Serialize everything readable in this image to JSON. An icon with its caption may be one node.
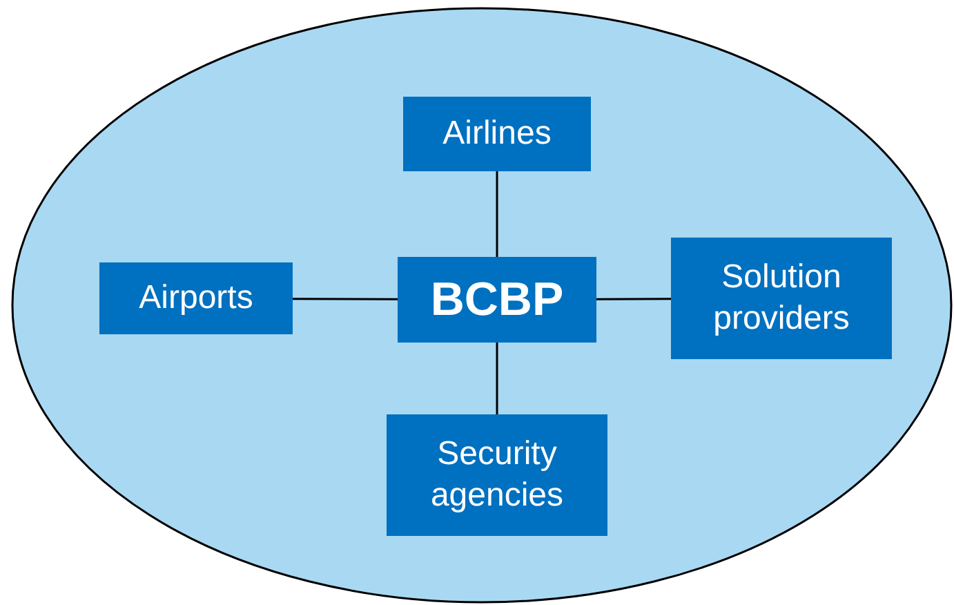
{
  "diagram": {
    "nodes": [
      {
        "text": [],
        "shape": "ellipse"
      },
      {
        "text": [
          "Airlines"
        ],
        "in": 0
      },
      {
        "text": [
          "Airports"
        ],
        "in": 0
      },
      {
        "text": [
          "BCBP"
        ],
        "in": 0
      },
      {
        "text": [
          "Solution providers"
        ],
        "in": 0
      },
      {
        "text": [
          "Security agencies"
        ],
        "in": 0
      }
    ],
    "edges": [
      {
        "from": 3,
        "to": 1,
        "arrow": "none"
      },
      {
        "from": 2,
        "to": 3,
        "arrow": "none"
      },
      {
        "from": 3,
        "to": 4,
        "arrow": "none"
      },
      {
        "from": 3,
        "to": 5,
        "arrow": "none"
      }
    ]
  }
}
